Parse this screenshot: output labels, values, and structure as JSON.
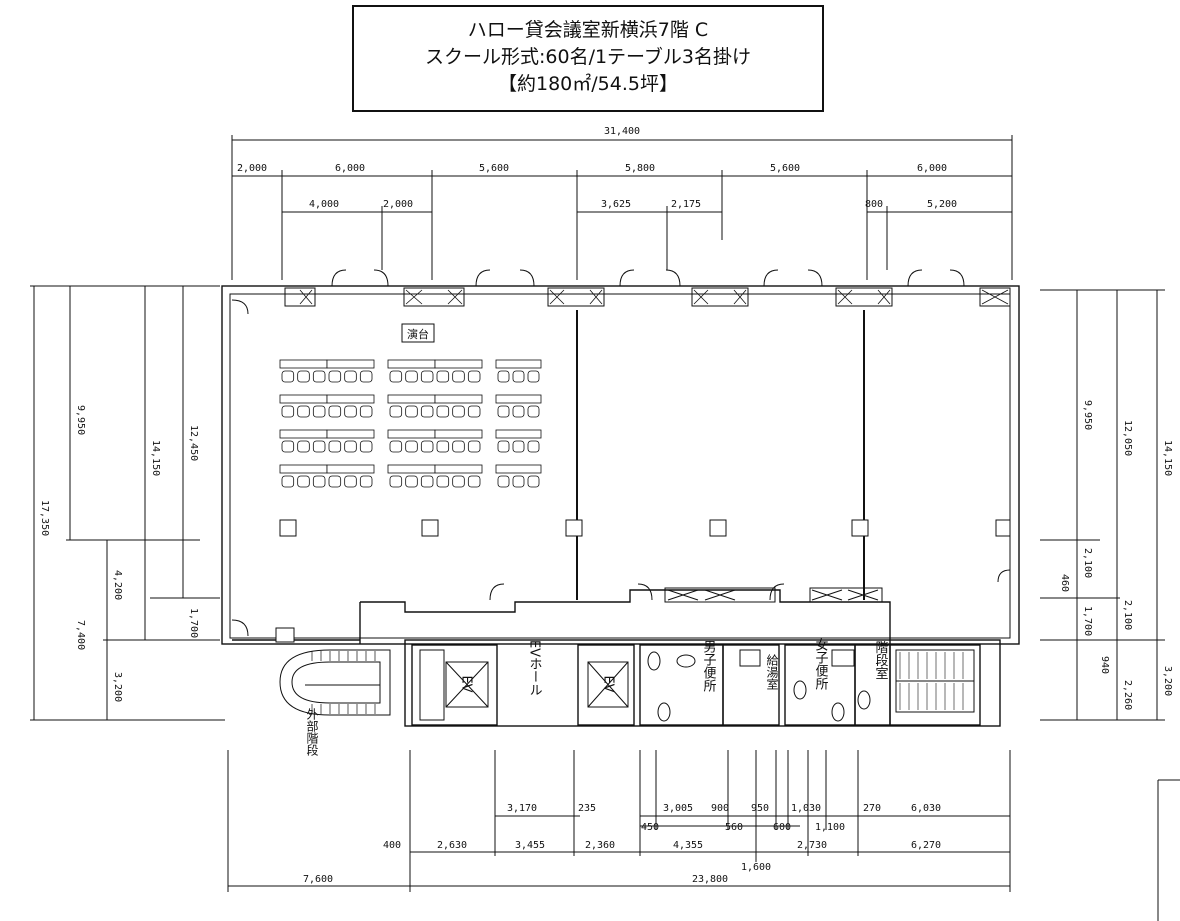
{
  "title": {
    "line1": "ハロー貸会議室新横浜7階 C",
    "line2": "スクール形式:60名/1テーブル3名掛け",
    "line3": "【約180㎡/54.5坪】"
  },
  "room_labels": {
    "stage": "演台",
    "ev_hall": "EVホール",
    "ev_left": "EV",
    "ev_right": "EV",
    "mens_toilet": "男子便所",
    "womens_toilet": "女子便所",
    "kitchen": "給湯室",
    "stairs": "階段室",
    "external_stairs": "外部階段"
  },
  "dimensions": {
    "top_total": "31,400",
    "top_row1": [
      "2,000",
      "6,000",
      "5,600",
      "5,800",
      "5,600",
      "6,000"
    ],
    "top_row2_left": [
      "4,000",
      "2,000"
    ],
    "top_row2_mid": [
      "3,625",
      "2,175"
    ],
    "top_row2_right": [
      "800",
      "5,200"
    ],
    "left": [
      "17,350",
      "9,950",
      "14,150",
      "12,450",
      "4,200",
      "7,400",
      "1,700",
      "3,200"
    ],
    "right": [
      "9,950",
      "12,050",
      "14,150",
      "2,100",
      "460",
      "1,700",
      "2,100",
      "940",
      "2,260",
      "3,200"
    ],
    "bottom_row1": [
      "3,170",
      "235",
      "3,005",
      "900",
      "950",
      "1,030",
      "270",
      "6,030"
    ],
    "bottom_row2": [
      "450",
      "560",
      "600",
      "1,100"
    ],
    "bottom_row3": [
      "400",
      "2,630",
      "3,455",
      "2,360",
      "4,355",
      "2,730",
      "6,270"
    ],
    "bottom_row4": [
      "1,600"
    ],
    "bottom_total": [
      "7,600",
      "23,800"
    ]
  },
  "layout": {
    "seating": "スクール形式",
    "capacity": 60,
    "table_rows": 4,
    "table_groups": 3,
    "seats_per_row": 15
  }
}
